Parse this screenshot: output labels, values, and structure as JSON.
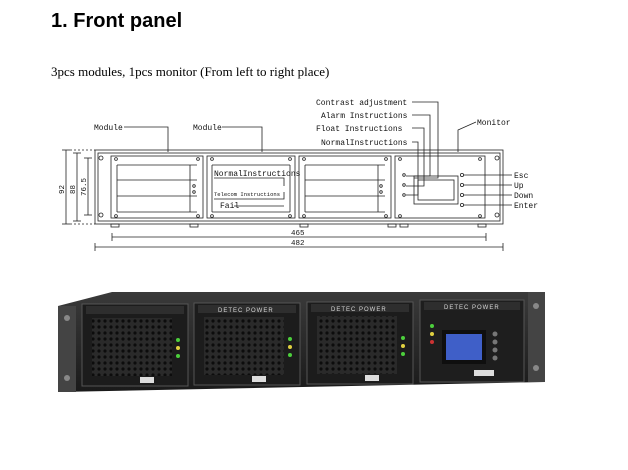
{
  "heading": "1. Front panel",
  "subtitle": "3pcs modules, 1pcs monitor (From left to right place)",
  "drawing": {
    "labels": {
      "module_left": "Module",
      "module_mid": "Module",
      "monitor": "Monitor",
      "contrast": "Contrast adjustment",
      "alarm": "Alarm Instructions",
      "float": "Float  Instructions",
      "normal_top": "NormalInstructions",
      "normal_module": "NormalInstructions",
      "telecom": "Telecom Instructions",
      "fail": "Fail",
      "esc": "Esc",
      "up": "Up",
      "down": "Down",
      "enter": "Enter"
    },
    "dimensions": {
      "h92": "92",
      "h88": "88",
      "h765": "76.5",
      "w465": "465",
      "w482": "482"
    }
  },
  "photo": {
    "module_brand": "DETEC POWER",
    "monitor_brand": "DETEC POWER"
  },
  "colors": {
    "led_green": "#4ccf3c",
    "led_yellow": "#e0d040",
    "lcd_blue": "#3f5fc8"
  }
}
